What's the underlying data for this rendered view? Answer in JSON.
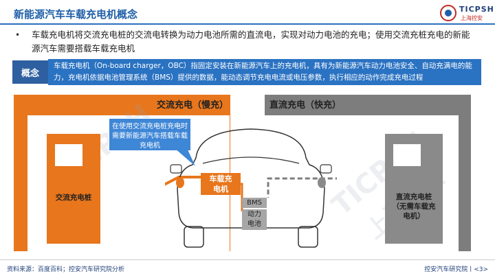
{
  "header": {
    "title": "新能源汽车车载充电机概念",
    "logo_en": "TICPSH",
    "logo_cn": "上海控安"
  },
  "bullet": {
    "marker": "•",
    "text": "车载充电机将交流充电桩的交流电转换为动力电池所需的直流电，实现对动力电池的充电；使用交流充桩充电的新能源汽车需要搭载车载充电机"
  },
  "concept": {
    "tag": "概念",
    "text": "车载充电机（On-board charger，OBC）指固定安装在新能源汽车上的充电机，具有为新能源汽车动力电池安全、自动充满电的能力，充电机依据电池管理系统（BMS）提供的数据，能动态调节充电电流或电压参数，执行相应的动作完成充电过程"
  },
  "diagram": {
    "ac_label": "交流充电（慢充）",
    "dc_label": "直流充电（快充）",
    "ac_station": "交流充电桩",
    "dc_station_line1": "直流充电桩",
    "dc_station_line2": "（无需车载充",
    "dc_station_line3": "电机）",
    "callout": "在使用交流充电桩充电时需要新能源汽车搭载车载充电机",
    "obc_line1": "车载充",
    "obc_line2": "电机",
    "bms": "BMS",
    "battery_line1": "动力",
    "battery_line2": "电池",
    "colors": {
      "ac": "#e8761c",
      "dc": "#7d7d7d",
      "accent_blue": "#2a72c2"
    }
  },
  "footer": {
    "source": "资料来源：百度百科；控安汽车研究院分析",
    "right": "控安汽车研究院丨<3>"
  },
  "watermark": {
    "text1": "TICPSH",
    "text2": "上海控安"
  }
}
